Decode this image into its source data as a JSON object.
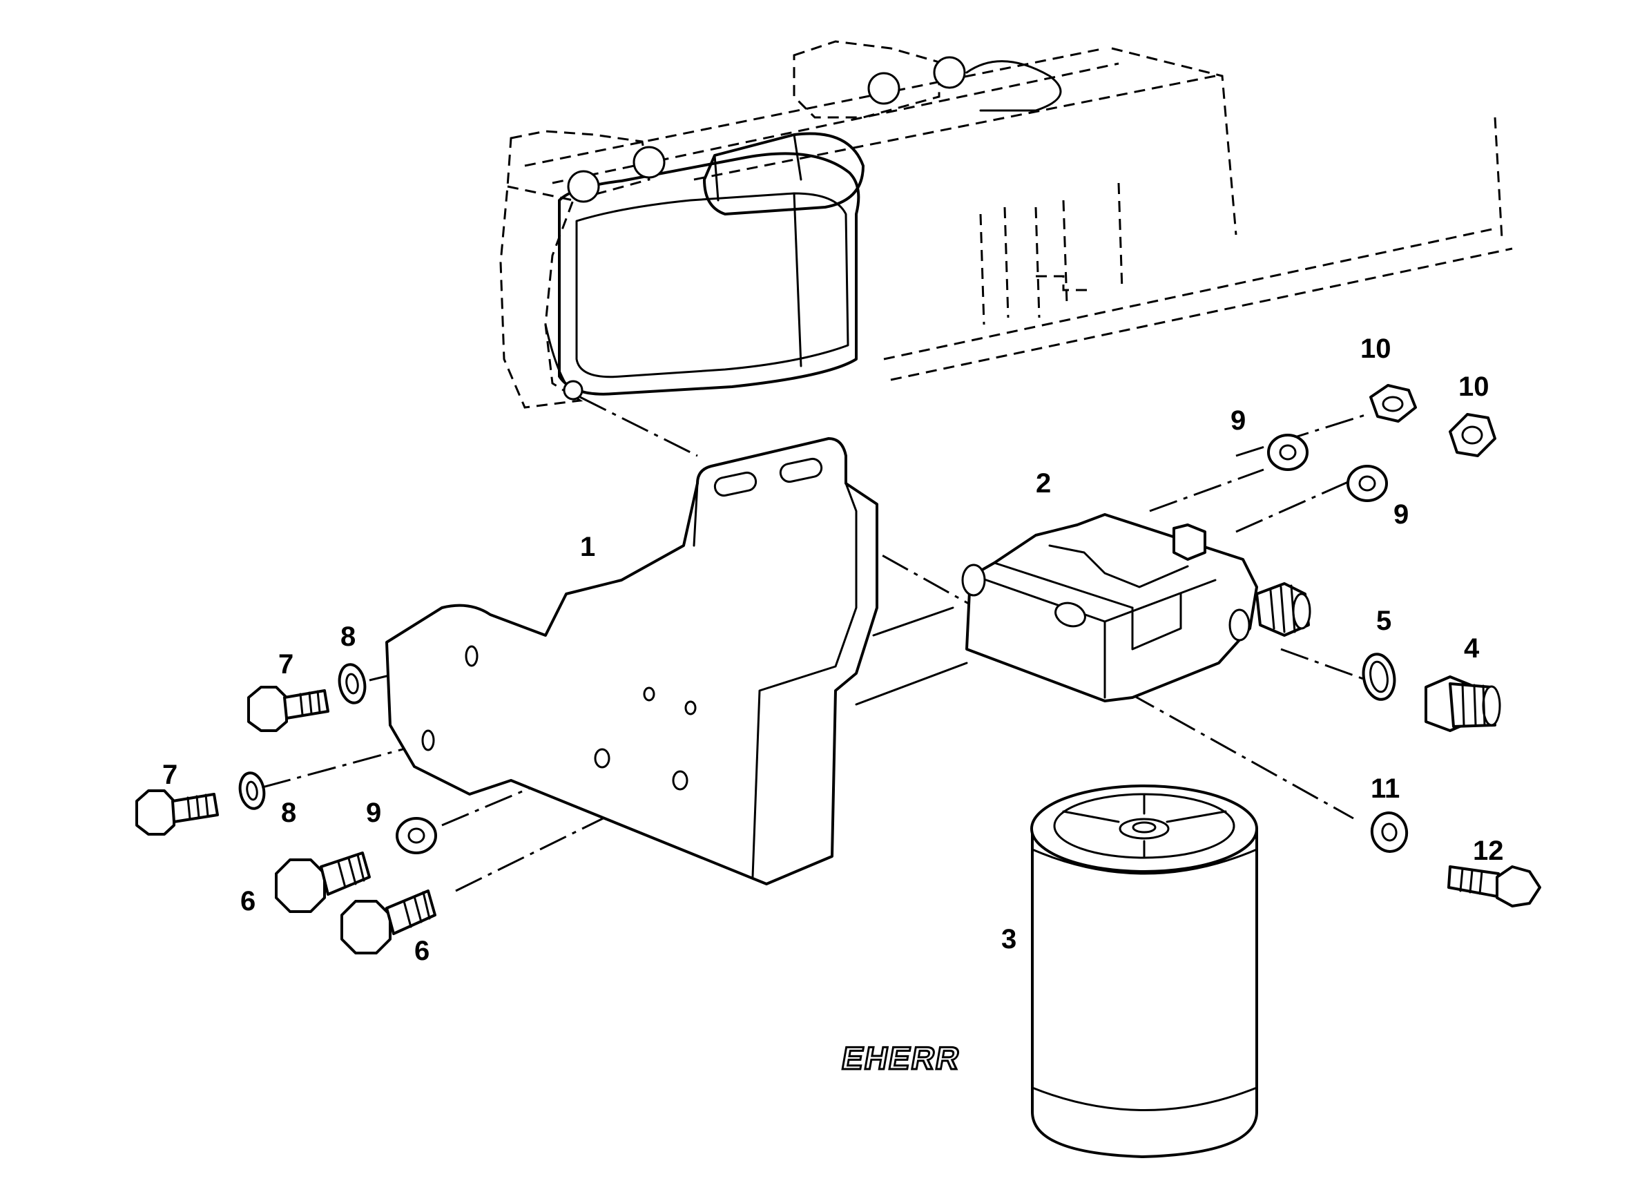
{
  "callouts": [
    {
      "key": "c1",
      "text": "1"
    },
    {
      "key": "c2",
      "text": "2"
    },
    {
      "key": "c3",
      "text": "3"
    },
    {
      "key": "c4",
      "text": "4"
    },
    {
      "key": "c5",
      "text": "5"
    },
    {
      "key": "c6a",
      "text": "6"
    },
    {
      "key": "c6b",
      "text": "6"
    },
    {
      "key": "c7a",
      "text": "7"
    },
    {
      "key": "c7b",
      "text": "7"
    },
    {
      "key": "c8a",
      "text": "8"
    },
    {
      "key": "c8b",
      "text": "8"
    },
    {
      "key": "c9a",
      "text": "9"
    },
    {
      "key": "c9b",
      "text": "9"
    },
    {
      "key": "c9c",
      "text": "9"
    },
    {
      "key": "c10a",
      "text": "10"
    },
    {
      "key": "c10b",
      "text": "10"
    },
    {
      "key": "c11",
      "text": "11"
    },
    {
      "key": "c12",
      "text": "12"
    }
  ],
  "filter_brand": "EHERR"
}
